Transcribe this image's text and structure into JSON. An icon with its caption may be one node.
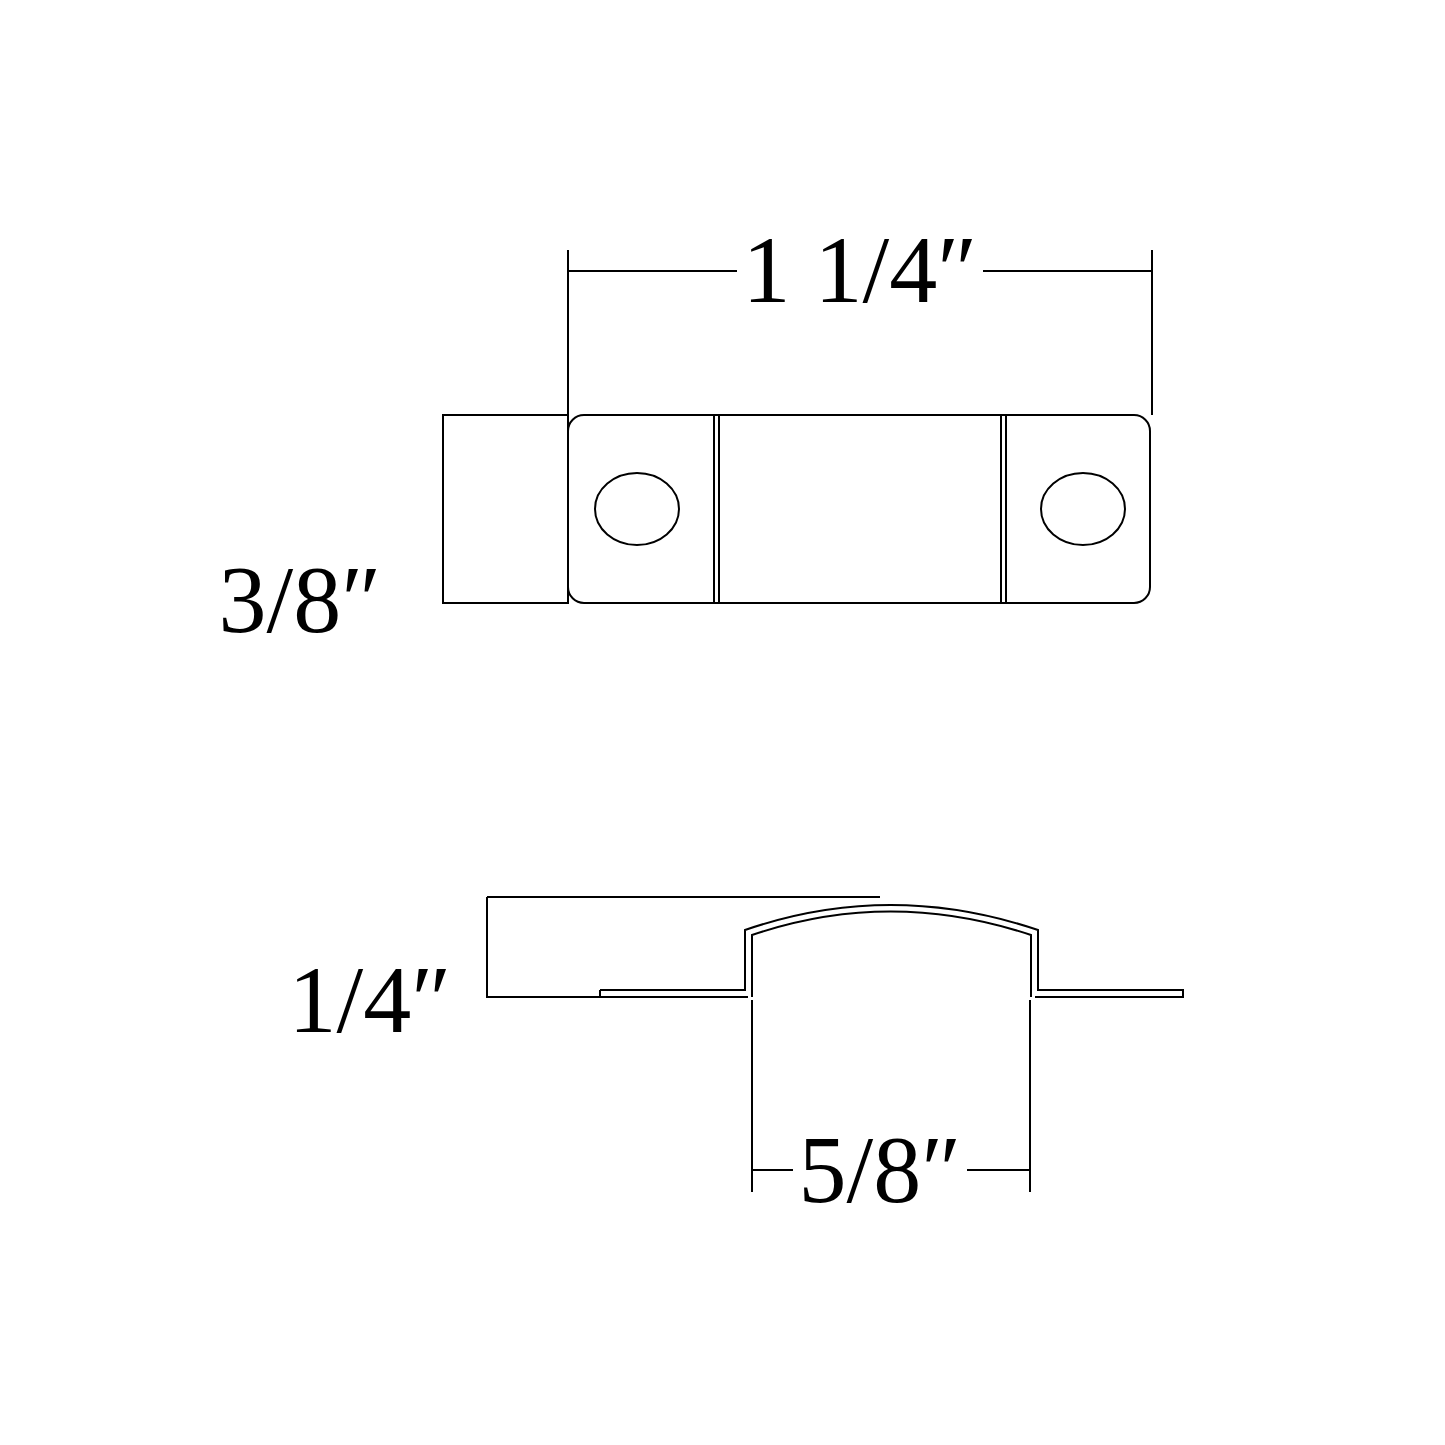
{
  "diagram": {
    "labels": [
      "1 1/4″",
      "3/8″",
      "1/4″",
      "5/8″"
    ]
  }
}
